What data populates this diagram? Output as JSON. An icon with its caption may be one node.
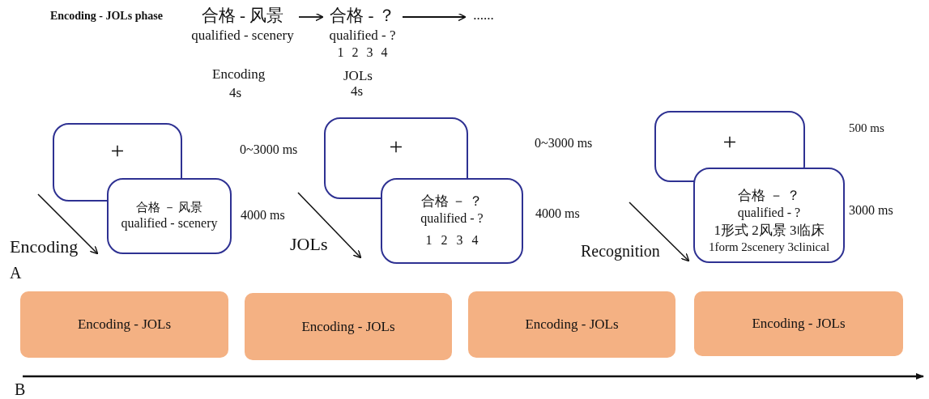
{
  "diagram": {
    "nodes": [
      {
        "text": [
          "合格 - 风景",
          "qualified - scenery"
        ],
        "beside": [
          "Encoding",
          "4s"
        ]
      },
      {
        "text": [
          "合格 - ？",
          "qualified - ?",
          "1 2 3 4"
        ],
        "beside": [
          "JOLs",
          "4s"
        ]
      },
      {
        "text": [
          "......"
        ]
      },
      {
        "text": [
          "+"
        ]
      },
      {
        "text": [
          "合格 － 风景",
          "qualified - scenery"
        ],
        "beside": [
          "4000 ms"
        ]
      },
      {
        "text": [
          "+"
        ]
      },
      {
        "text": [
          "合格 － ？",
          "qualified - ?",
          "1 2 3 4"
        ],
        "beside": [
          "4000 ms"
        ]
      },
      {
        "text": [
          "+"
        ],
        "beside": [
          "500 ms"
        ]
      },
      {
        "text": [
          "合格 － ？",
          "qualified - ?",
          "1形式 2风景 3临床",
          "1form 2scenery 3clinical"
        ],
        "beside": [
          "3000 ms"
        ]
      },
      {
        "text": [
          "Encoding - JOLs"
        ]
      },
      {
        "text": [
          "Encoding - JOLs"
        ]
      },
      {
        "text": [
          "Encoding - JOLs"
        ]
      },
      {
        "text": [
          "Encoding - JOLs"
        ]
      }
    ],
    "edges": [
      {
        "from": 0,
        "to": 1,
        "arrow": "to"
      },
      {
        "from": 1,
        "to": 2,
        "arrow": "to"
      }
    ],
    "labels": [
      "Encoding - JOLs phase",
      "0~3000 ms",
      "0~3000 ms",
      "Encoding",
      "A",
      "JOLs",
      "Recognition",
      "B"
    ]
  }
}
